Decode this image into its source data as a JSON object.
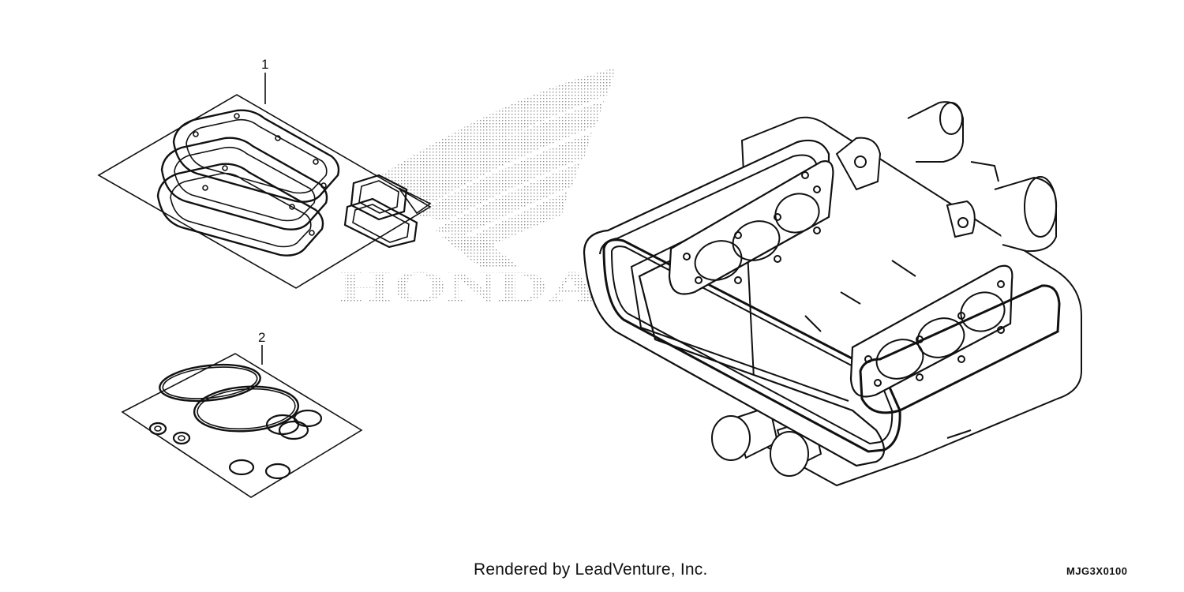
{
  "callouts": {
    "item1": "1",
    "item2": "2"
  },
  "watermark": {
    "text": "HONDA"
  },
  "footer": {
    "credit": "Rendered by LeadVenture, Inc.",
    "code": "MJG3X0100"
  },
  "colors": {
    "line": "#111111",
    "watermark": "#9a9a9a",
    "background": "#ffffff"
  }
}
